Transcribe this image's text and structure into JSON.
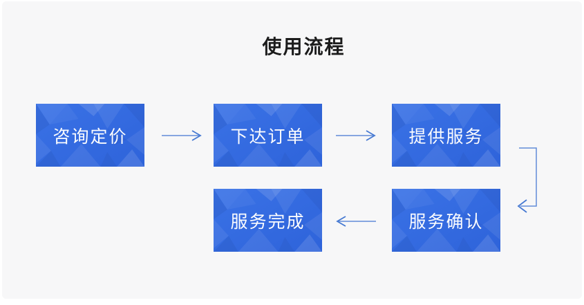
{
  "page": {
    "title": "使用流程"
  },
  "colors": {
    "panel_bg": "#f7f7f8",
    "box_blue": "#3a72e6",
    "box_blue_dark": "#2e63da",
    "box_text": "#fbfcfe",
    "title_text": "#1c1c1c",
    "arrow_blue": "#4679d2"
  },
  "steps": [
    {
      "id": 1,
      "label": "咨询定价"
    },
    {
      "id": 2,
      "label": "下达订单"
    },
    {
      "id": 3,
      "label": "提供服务"
    },
    {
      "id": 4,
      "label": "服务确认"
    },
    {
      "id": 5,
      "label": "服务完成"
    }
  ],
  "connections": [
    {
      "from": "咨询定价",
      "to": "下达订单",
      "direction": "right"
    },
    {
      "from": "下达订单",
      "to": "提供服务",
      "direction": "right"
    },
    {
      "from": "提供服务",
      "to": "服务确认",
      "direction": "down-elbow"
    },
    {
      "from": "服务确认",
      "to": "服务完成",
      "direction": "left"
    }
  ]
}
